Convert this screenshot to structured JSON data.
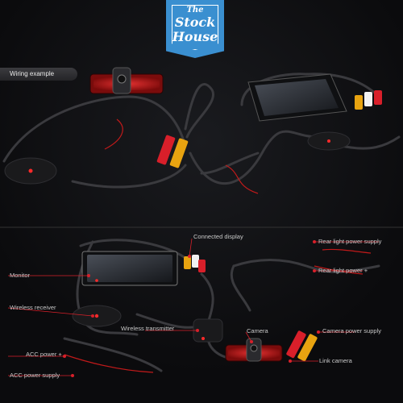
{
  "brand": {
    "line1": "The",
    "line2": "Stock",
    "line3": "House"
  },
  "colors": {
    "badge": "#3a8fd0",
    "accent_red": "#d8202a",
    "wire_yellow": "#e8a310"
  },
  "top": {
    "title": "Wiring example"
  },
  "labels": {
    "connected_display": "Connected display",
    "rear_light_power_supply": "Rear light power supply",
    "rear_light_power_plus": "Rear light power +",
    "monitor": "Monitor",
    "wireless_receiver": "Wireless receiver",
    "wireless_transmitter": "Wireless transmitter",
    "camera": "Camera",
    "camera_power_supply": "Camera power supply",
    "acc_power_plus": "ACC power +",
    "link_camera": "Link camera",
    "acc_power_supply": "ACC power supply"
  }
}
